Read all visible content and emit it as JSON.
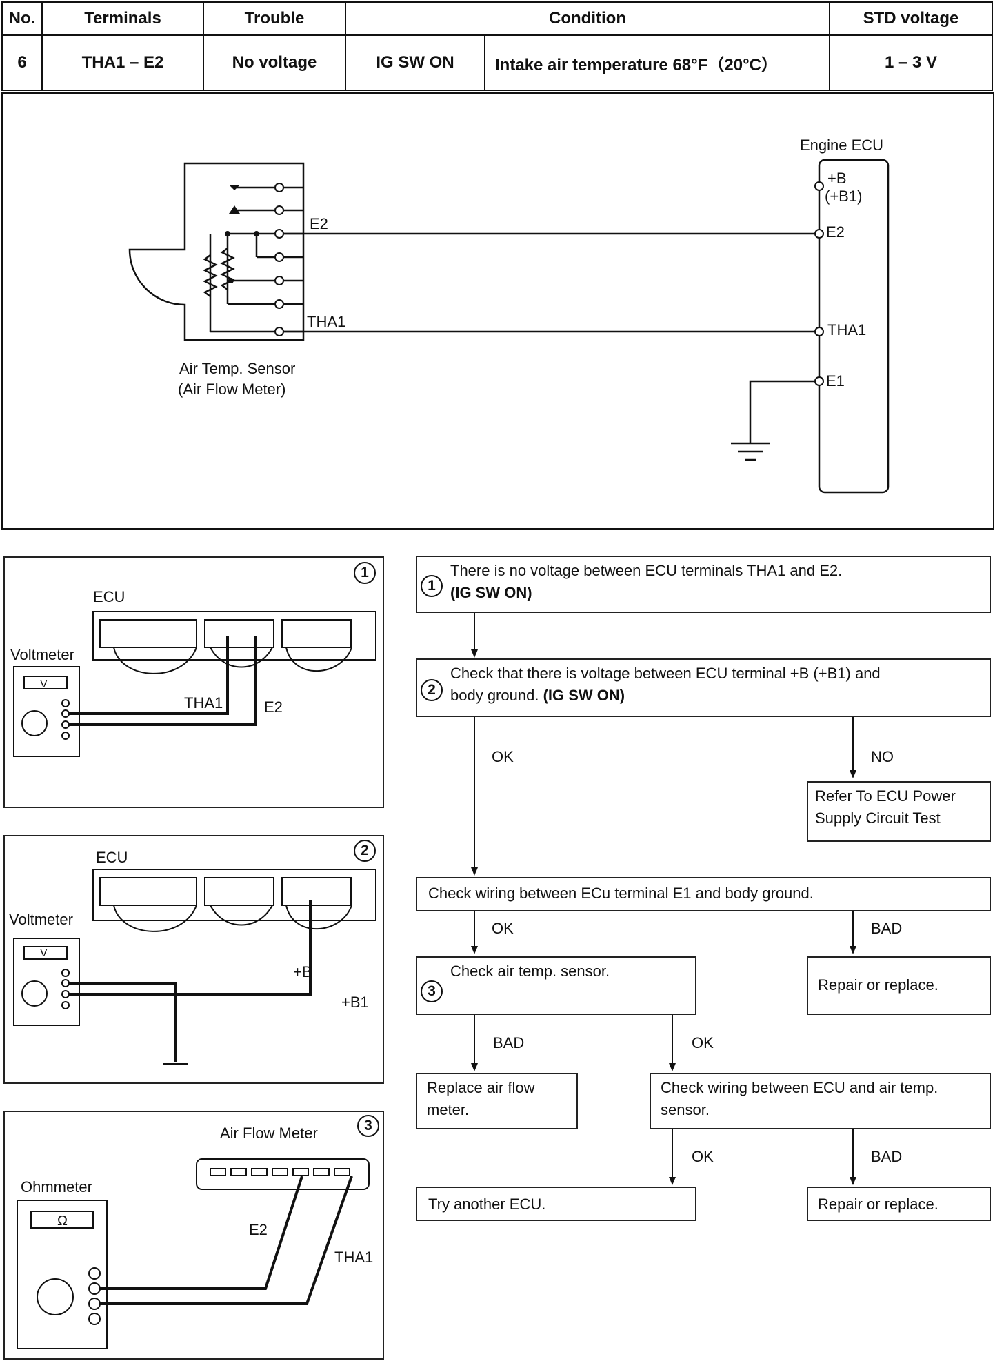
{
  "spec_table": {
    "headers": [
      "No.",
      "Terminals",
      "Trouble",
      "Condition",
      "STD voltage"
    ],
    "row": {
      "no": "6",
      "terminals": "THA1 – E2",
      "trouble": "No voltage",
      "condition_switch": "IG SW ON",
      "condition_detail": "Intake air temperature 68°F（20°C）",
      "std_voltage": "1 – 3 V"
    }
  },
  "schematic": {
    "ecu_title": "Engine ECU",
    "ecu_terminal_b": "+B",
    "ecu_terminal_b1": "(+B1)",
    "ecu_terminal_e2": "E2",
    "ecu_terminal_tha1": "THA1",
    "ecu_terminal_e1": "E1",
    "wire_e2": "E2",
    "wire_tha1": "THA1",
    "sensor_label_1": "Air Temp. Sensor",
    "sensor_label_2": "(Air Flow Meter)"
  },
  "panel1": {
    "number": "1",
    "ecu": "ECU",
    "meter": "Voltmeter",
    "meter_unit": "V",
    "probe1": "THA1",
    "probe2": "E2"
  },
  "panel2": {
    "number": "2",
    "ecu": "ECU",
    "meter": "Voltmeter",
    "meter_unit": "V",
    "probe1": "+B",
    "probe2": "+B1"
  },
  "panel3": {
    "number": "3",
    "connector": "Air Flow Meter",
    "meter": "Ohmmeter",
    "meter_unit": "Ω",
    "probe1": "E2",
    "probe2": "THA1"
  },
  "flowchart": {
    "step1_num": "1",
    "step1_text": "There is no voltage between ECU terminals THA1 and E2.",
    "step1_cond": "(IG SW ON)",
    "step2_num": "2",
    "step2_text": "Check that there is voltage between ECU terminal +B (+B1) and",
    "step2_text2": "body ground.",
    "step2_cond": "(IG SW ON)",
    "ok1": "OK",
    "no1": "NO",
    "power_supply": "Refer To ECU Power Supply Circuit Test",
    "wiring_e1": "Check wiring between ECu terminal E1 and body ground.",
    "ok2": "OK",
    "bad2": "BAD",
    "step3_num": "3",
    "step3_text": "Check air temp. sensor.",
    "repair1": "Repair or replace.",
    "bad3": "BAD",
    "ok3": "OK",
    "replace_afm": "Replace air flow meter.",
    "wiring_sensor": "Check wiring between ECU and air temp. sensor.",
    "ok4": "OK",
    "bad4": "BAD",
    "try_ecu": "Try another ECU.",
    "repair2": "Repair or replace."
  }
}
